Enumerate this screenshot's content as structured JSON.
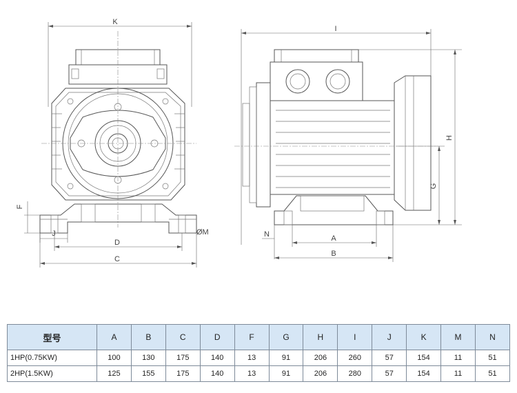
{
  "dimension_labels": {
    "front_top": "K",
    "front_f": "F",
    "front_j": "J",
    "front_m": "ØM",
    "front_d": "D",
    "front_c": "C",
    "side_top": "I",
    "side_h": "H",
    "side_g": "G",
    "side_n": "N",
    "side_a": "A",
    "side_b": "B"
  },
  "table": {
    "headers": [
      "型号",
      "A",
      "B",
      "C",
      "D",
      "F",
      "G",
      "H",
      "I",
      "J",
      "K",
      "M",
      "N"
    ],
    "rows": [
      [
        "1HP(0.75KW)",
        "100",
        "130",
        "175",
        "140",
        "13",
        "91",
        "206",
        "260",
        "57",
        "154",
        "11",
        "51"
      ],
      [
        "2HP(1.5KW)",
        "125",
        "155",
        "175",
        "140",
        "13",
        "91",
        "206",
        "280",
        "57",
        "154",
        "11",
        "51"
      ]
    ]
  }
}
